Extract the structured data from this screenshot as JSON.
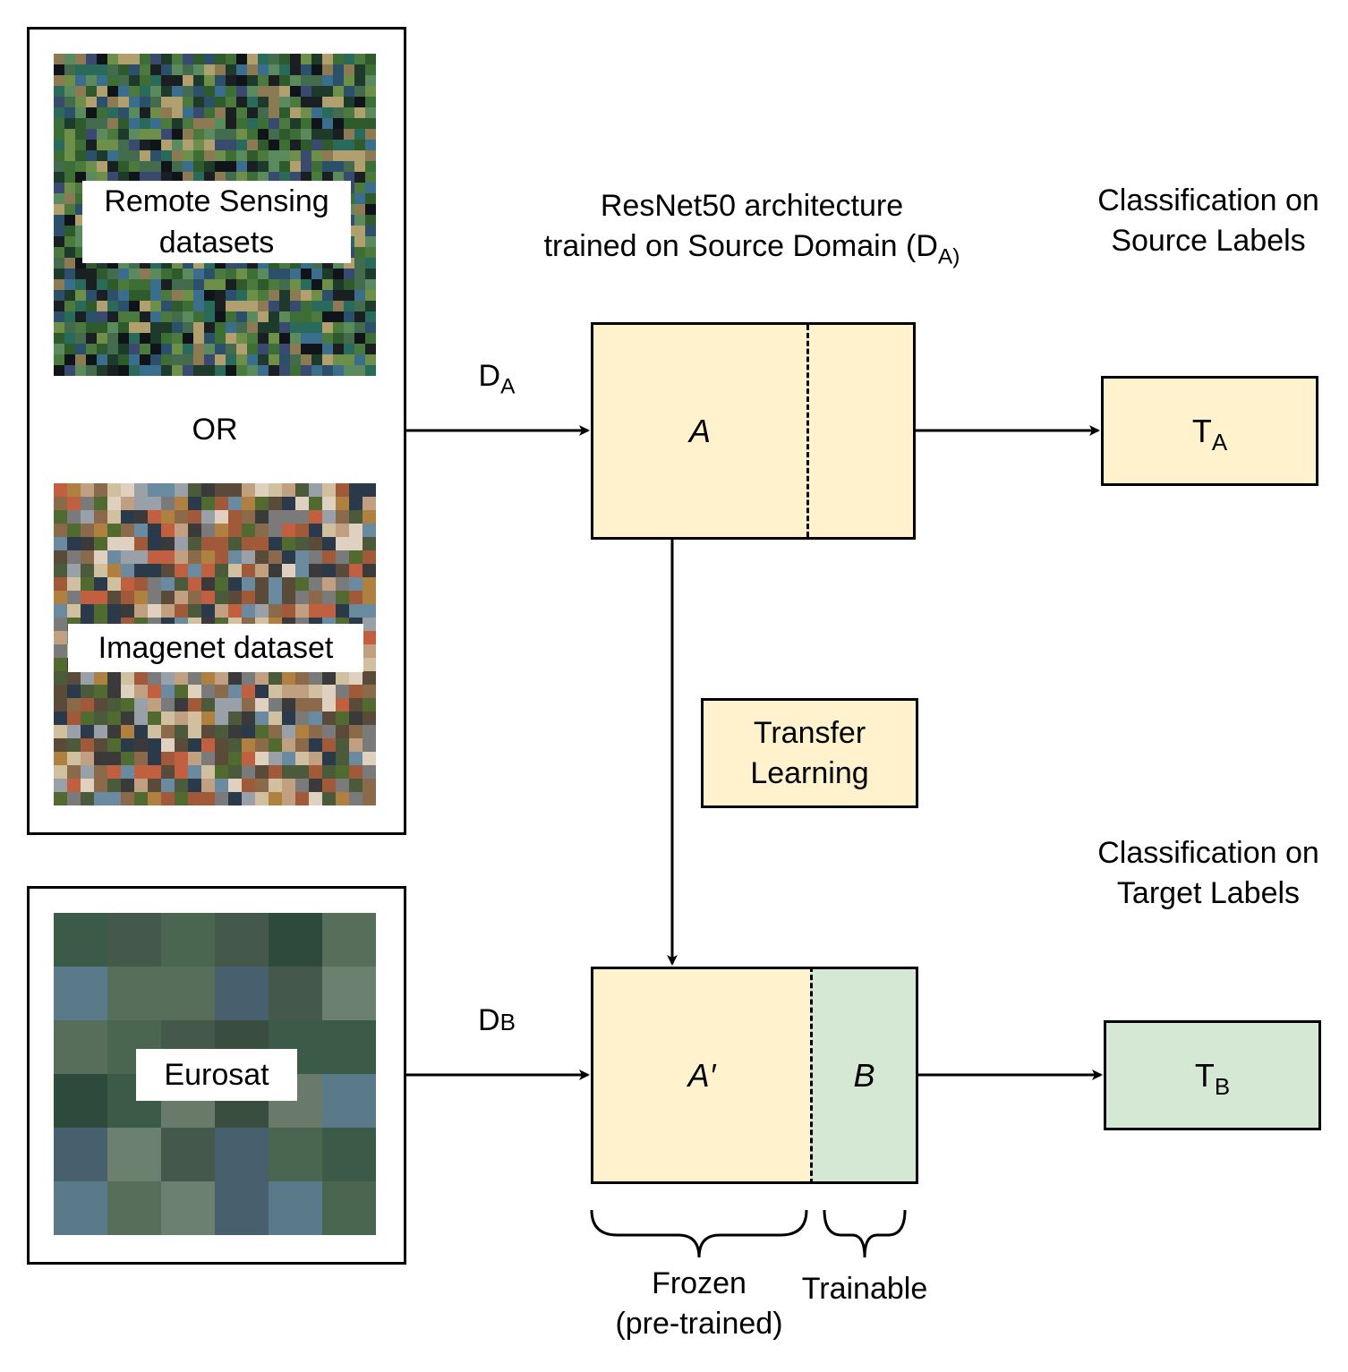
{
  "datasets": {
    "remote_sensing_label": [
      "Remote Sensing",
      "datasets"
    ],
    "or_label": "OR",
    "imagenet_label": "Imagenet dataset",
    "eurosat_label": "Eurosat"
  },
  "arch_title": {
    "line1": "ResNet50 architecture",
    "line2_prefix": "trained on Source Domain (D",
    "line2_sub": "A)"
  },
  "source_classification": [
    "Classification on",
    "Source Labels"
  ],
  "target_classification": [
    "Classification on",
    "Target Labels"
  ],
  "edges": {
    "da_base": "D",
    "da_sub": "A",
    "db_base": "D",
    "db_sub": "B"
  },
  "nodes": {
    "model_a": "A",
    "model_a_prime": "A′",
    "head_b": "B",
    "task_a_base": "T",
    "task_a_sub": "A",
    "task_b_base": "T",
    "task_b_sub": "B",
    "transfer_learning": [
      "Transfer",
      "Learning"
    ]
  },
  "braces": {
    "frozen": [
      "Frozen",
      "(pre-trained)"
    ],
    "trainable": "Trainable"
  },
  "colors": {
    "yellow_fill": "#fff2cc",
    "green_fill": "#d5e8d4",
    "stroke": "#000000"
  }
}
